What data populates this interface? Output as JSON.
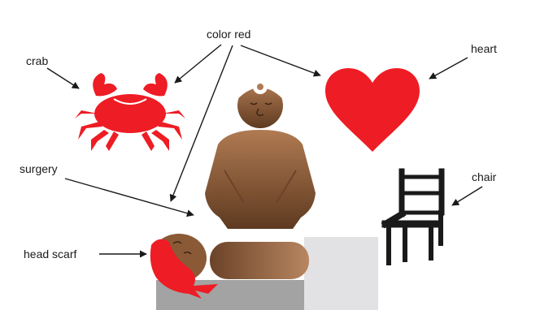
{
  "labels": {
    "color_red": "color red",
    "crab": "crab",
    "heart": "heart",
    "surgery": "surgery",
    "chair": "chair",
    "head_scarf": "head scarf"
  },
  "colors": {
    "red": "#ee1c24",
    "skin_light": "#b07a52",
    "skin_dark": "#5e3a20",
    "chair": "#1a1a1a",
    "table": "#a3a3a3",
    "sheet": "#e2e2e4",
    "arrow": "#1a1a1a"
  }
}
